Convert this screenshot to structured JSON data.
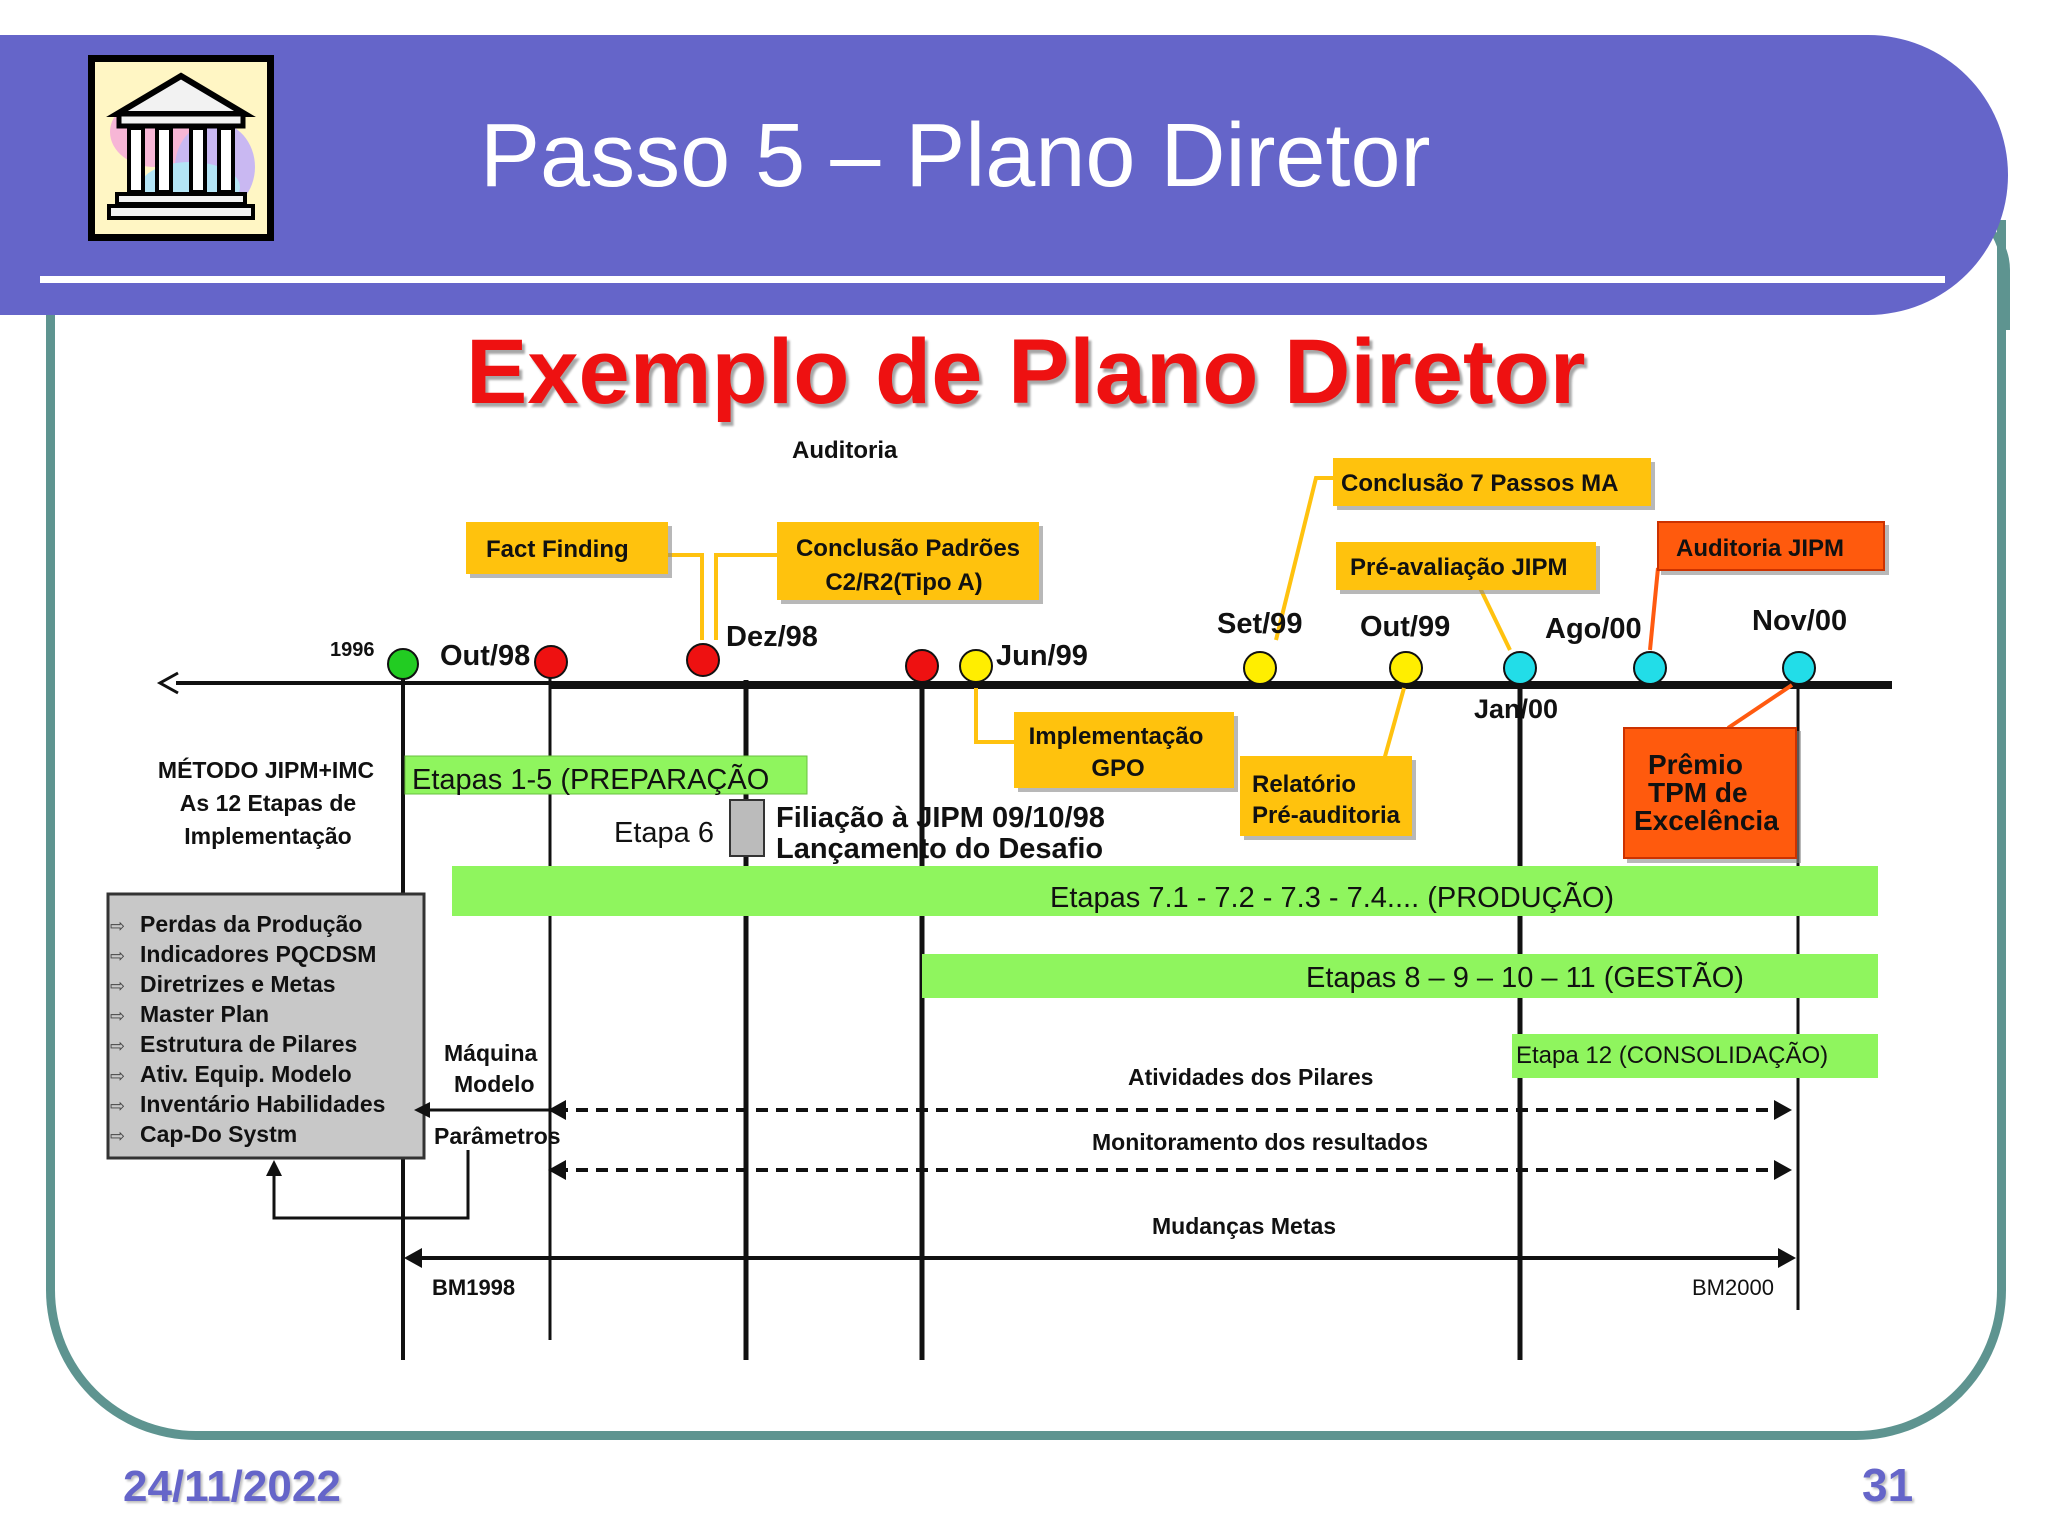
{
  "title": "Passo 5 – Plano Diretor",
  "subtitle": "Exemplo de Plano Diretor",
  "footer": {
    "date": "24/11/2022",
    "page": "31"
  },
  "colors": {
    "header": "#6565c9",
    "frame": "#5e9490",
    "subtitle": "#ee1111",
    "box_yellow": "#ffc20f",
    "box_orange": "#ff5a10",
    "bar_green": "#8ff55e"
  },
  "diagram": {
    "auditoria": "Auditoria",
    "fact_finding": "Fact Finding",
    "conclusao_padroes": [
      "Conclusão Padrões",
      "C2/R2(Tipo A)"
    ],
    "conclusao_passos": "Conclusão 7 Passos MA",
    "pre_avaliacao": "Pré-avaliação JIPM",
    "auditoria_jipm": "Auditoria JIPM",
    "dates": {
      "y1996": "1996",
      "out98": "Out/98",
      "dez98": "Dez/98",
      "jun99": "Jun/99",
      "set99": "Set/99",
      "out99": "Out/99",
      "ago00": "Ago/00",
      "nov00": "Nov/00",
      "jan00": "Jan/00"
    },
    "implementacao": [
      "Implementação",
      "GPO"
    ],
    "relatorio": [
      "Relatório",
      "Pré-auditoria"
    ],
    "premio": [
      "Prêmio",
      "TPM de",
      "Excelência"
    ],
    "metodo": [
      "MÉTODO JIPM+IMC",
      "As 12 Etapas de",
      "Implementação"
    ],
    "etapas_1_5": "Etapas 1-5 (PREPARAÇÃO",
    "etapa6": "Etapa 6",
    "filiacao": [
      "Filiação à JIPM 09/10/98",
      "Lançamento do Desafio"
    ],
    "etapas_7": "Etapas 7.1 - 7.2 - 7.3 - 7.4.... (PRODUÇÃO)",
    "etapas_8": "Etapas 8 – 9 – 10 – 11 (GESTÃO)",
    "etapa_12": "Etapa 12 (CONSOLIDAÇÃO)",
    "list_items": [
      "Perdas da Produção",
      "Indicadores PQCDSM",
      "Diretrizes e Metas",
      "Master Plan",
      "Estrutura de Pilares",
      "Ativ. Equip. Modelo",
      "Inventário Habilidades",
      "Cap-Do Systm"
    ],
    "maquina": [
      "Máquina",
      "Modelo"
    ],
    "parametros": "Parâmetros",
    "atividades": "Atividades dos Pilares",
    "monitoramento": "Monitoramento dos resultados",
    "mudancas": "Mudanças Metas",
    "bm1998": "BM1998",
    "bm2000": "BM2000"
  }
}
